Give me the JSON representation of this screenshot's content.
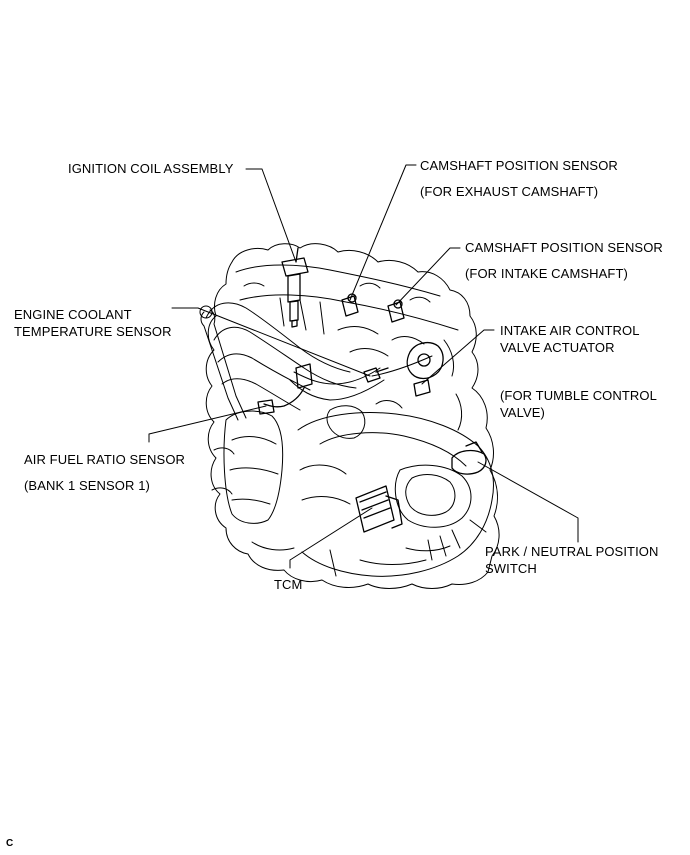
{
  "labels": {
    "ignition_coil": "IGNITION COIL ASSEMBLY",
    "cam_exhaust_line1": "CAMSHAFT POSITION SENSOR",
    "cam_exhaust_line2": "(FOR EXHAUST CAMSHAFT)",
    "cam_intake_line1": "CAMSHAFT POSITION SENSOR",
    "cam_intake_line2": "(FOR INTAKE CAMSHAFT)",
    "coolant_line1": "ENGINE COOLANT",
    "coolant_line2": "TEMPERATURE SENSOR",
    "intake_air_line1": "INTAKE AIR CONTROL",
    "intake_air_line2": "VALVE ACTUATOR",
    "tumble_line1": "(FOR TUMBLE CONTROL",
    "tumble_line2": "VALVE)",
    "af_sensor_line1": "AIR FUEL RATIO SENSOR",
    "af_sensor_line2": "(BANK 1 SENSOR 1)",
    "tcm": "TCM",
    "park_neutral_line1": "PARK / NEUTRAL POSITION",
    "park_neutral_line2": "SWITCH"
  },
  "figure_code": "C"
}
